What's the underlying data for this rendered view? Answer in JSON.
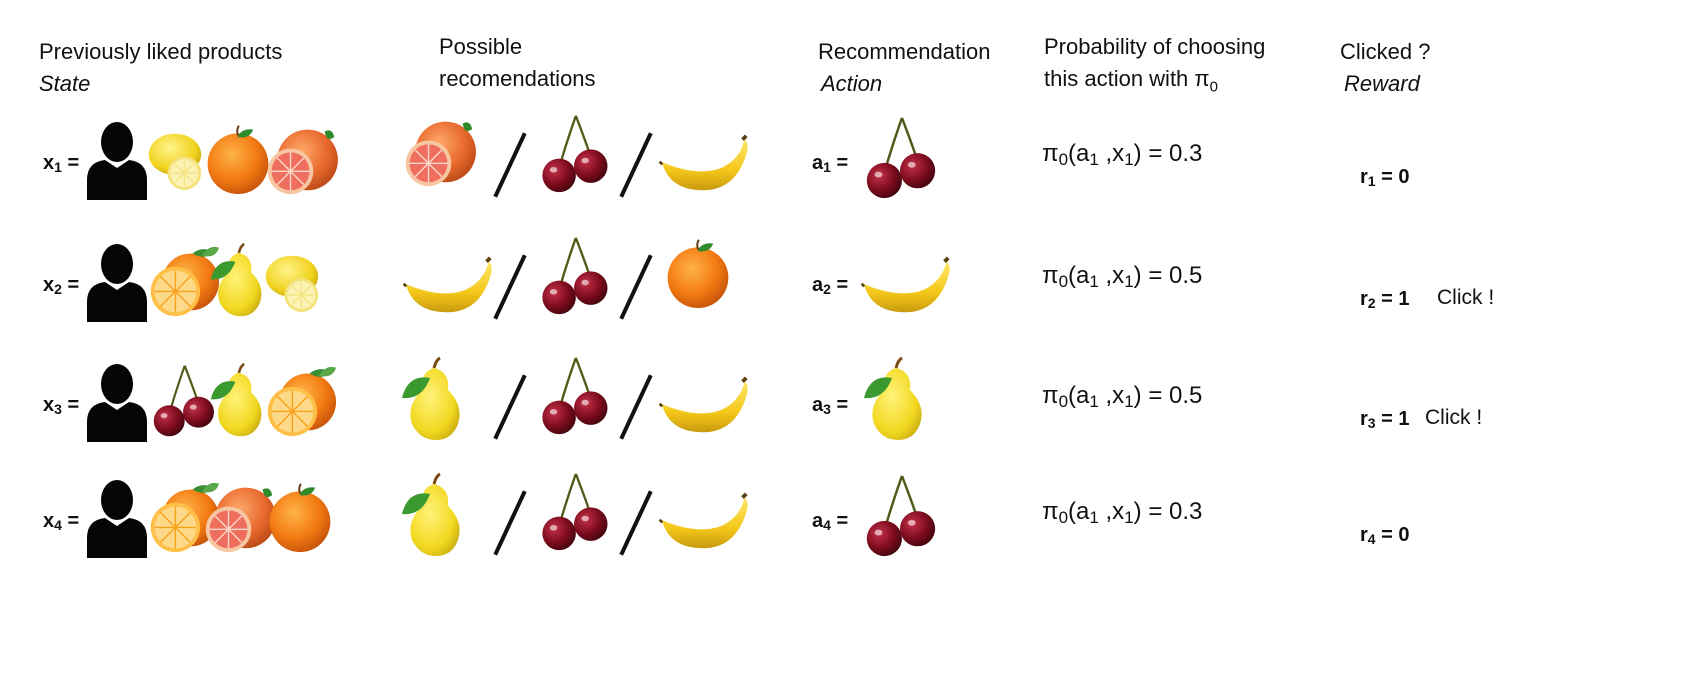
{
  "headers": {
    "state": {
      "line1": "Previously liked products",
      "line2": "State"
    },
    "possible": {
      "line1": "Possible",
      "line2": "recomendations"
    },
    "action": {
      "line1": "Recommendation",
      "line2": "Action"
    },
    "probability": {
      "line1": "Probability of choosing",
      "line2": "this action with π",
      "sub": "0"
    },
    "reward": {
      "line1": "Clicked ?",
      "line2": "Reward"
    }
  },
  "rows": [
    {
      "state_var": "x",
      "state_idx": "1",
      "liked": [
        "lemon-icon",
        "orange-icon",
        "grapefruit-icon"
      ],
      "options": [
        "grapefruit-icon",
        "cherry-icon",
        "banana-icon"
      ],
      "action_var": "a",
      "action_idx": "1",
      "action_icon": "cherry-icon",
      "prob": {
        "pi": "π",
        "pi_sub": "0",
        "open": "(a",
        "a_sub": "1",
        "mid": " ,x",
        "x_sub": "1",
        "close": ") = 0.3"
      },
      "reward_var": "r",
      "reward_idx": "1",
      "reward_val": " = 0",
      "click": ""
    },
    {
      "state_var": "x",
      "state_idx": "2",
      "liked": [
        "orange-half-icon",
        "pear-icon",
        "lemon-icon"
      ],
      "options": [
        "banana-icon",
        "cherry-icon",
        "orange-icon"
      ],
      "action_var": "a",
      "action_idx": "2",
      "action_icon": "banana-icon",
      "prob": {
        "pi": "π",
        "pi_sub": "0",
        "open": "(a",
        "a_sub": "1",
        "mid": " ,x",
        "x_sub": "1",
        "close": ") = 0.5"
      },
      "reward_var": "r",
      "reward_idx": "2",
      "reward_val": " = 1",
      "click": "Click !"
    },
    {
      "state_var": "x",
      "state_idx": "3",
      "liked": [
        "cherry-icon",
        "pear-icon",
        "orange-half-icon"
      ],
      "options": [
        "pear-icon",
        "cherry-icon",
        "banana-icon"
      ],
      "action_var": "a",
      "action_idx": "3",
      "action_icon": "pear-icon",
      "prob": {
        "pi": "π",
        "pi_sub": "0",
        "open": "(a",
        "a_sub": "1",
        "mid": " ,x",
        "x_sub": "1",
        "close": ") = 0.5"
      },
      "reward_var": "r",
      "reward_idx": "3",
      "reward_val": " = 1",
      "click": "Click !"
    },
    {
      "state_var": "x",
      "state_idx": "4",
      "liked": [
        "orange-half-icon",
        "grapefruit-icon",
        "orange-icon"
      ],
      "options": [
        "pear-icon",
        "cherry-icon",
        "banana-icon"
      ],
      "action_var": "a",
      "action_idx": "4",
      "action_icon": "cherry-icon",
      "prob": {
        "pi": "π",
        "pi_sub": "0",
        "open": "(a",
        "a_sub": "1",
        "mid": " ,x",
        "x_sub": "1",
        "close": ") = 0.3"
      },
      "reward_var": "r",
      "reward_idx": "4",
      "reward_val": " = 0",
      "click": ""
    }
  ]
}
